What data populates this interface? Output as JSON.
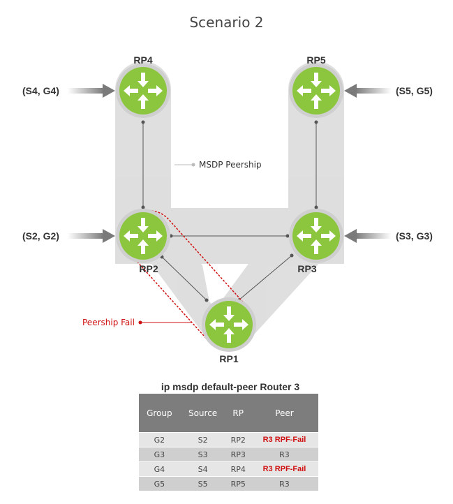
{
  "title": "Scenario 2",
  "routers": {
    "rp1": "RP1",
    "rp2": "RP2",
    "rp3": "RP3",
    "rp4": "RP4",
    "rp5": "RP5"
  },
  "flows": {
    "s4g4": "(S4, G4)",
    "s5g5": "(S5, G5)",
    "s2g2": "(S2, G2)",
    "s3g3": "(S3, G3)"
  },
  "annotations": {
    "msdp_peership": "MSDP Peership",
    "peership_fail": "Peership Fail"
  },
  "colors": {
    "router_fill": "#8cc63e",
    "peer_fail": "#d01010",
    "band": "#d9d9d9",
    "table_header": "#7d7d7d"
  },
  "table": {
    "title": "ip msdp default-peer Router 3",
    "headers": [
      "Group",
      "Source",
      "RP",
      "Peer"
    ],
    "rows": [
      {
        "group": "G2",
        "source": "S2",
        "rp": "RP2",
        "peer": "R3 RPF-Fail",
        "peer_fail": true
      },
      {
        "group": "G3",
        "source": "S3",
        "rp": "RP3",
        "peer": "R3",
        "peer_fail": false
      },
      {
        "group": "G4",
        "source": "S4",
        "rp": "RP4",
        "peer": "R3 RPF-Fail",
        "peer_fail": true
      },
      {
        "group": "G5",
        "source": "S5",
        "rp": "RP5",
        "peer": "R3",
        "peer_fail": false
      }
    ]
  }
}
